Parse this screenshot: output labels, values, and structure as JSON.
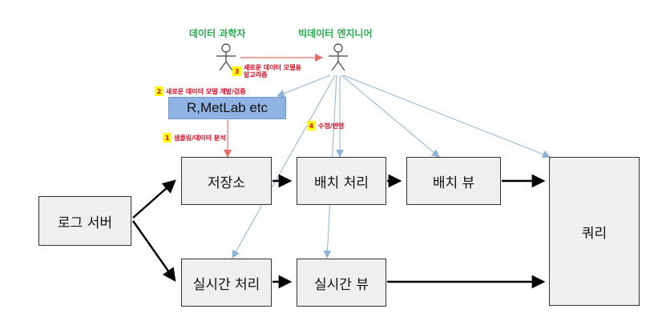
{
  "actors": {
    "data_scientist": "데이터 과학자",
    "big_data_engineer": "빅데이터 엔지니어"
  },
  "tool": {
    "label": "R,MetLab etc"
  },
  "boxes": {
    "log_server": "로그 서버",
    "storage": "저장소",
    "batch_processing": "배치 처리",
    "batch_view": "배치 뷰",
    "realtime_processing": "실시간 처리",
    "realtime_view": "실시간 뷰",
    "query": "쿼리"
  },
  "steps": [
    {
      "num": "1",
      "text": "샘플링/데이터 분석"
    },
    {
      "num": "2",
      "text": "새로운 데이터 모델 개발/검증"
    },
    {
      "num": "3",
      "text_line1": "새로운 데이터 모델용",
      "text_line2": "알고리즘"
    },
    {
      "num": "4",
      "text": "수정/반영"
    }
  ],
  "colors": {
    "actor_text": "#22b14c",
    "annotation_red": "#e8001c",
    "step_badge": "#ffff00",
    "tool_fill": "#8fb4e3",
    "box_fill": "#efefef",
    "blue_arrow": "#8eb3d9",
    "red_arrow": "#f06a6a"
  }
}
